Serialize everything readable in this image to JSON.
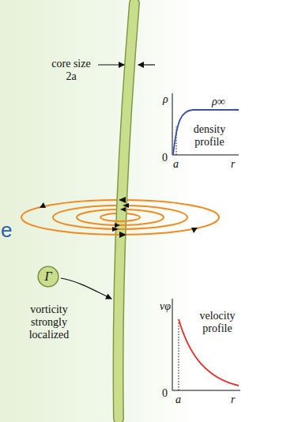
{
  "diagram": {
    "nodes": [
      {
        "text": [
          "Γ"
        ]
      }
    ],
    "labels": [
      "core size 2a",
      "ρ",
      "ρ∞",
      "density profile",
      "0",
      "a",
      "r",
      "vφ",
      "velocity profile",
      "0",
      "a",
      "r",
      "vorticity strongly localized",
      "e"
    ]
  }
}
